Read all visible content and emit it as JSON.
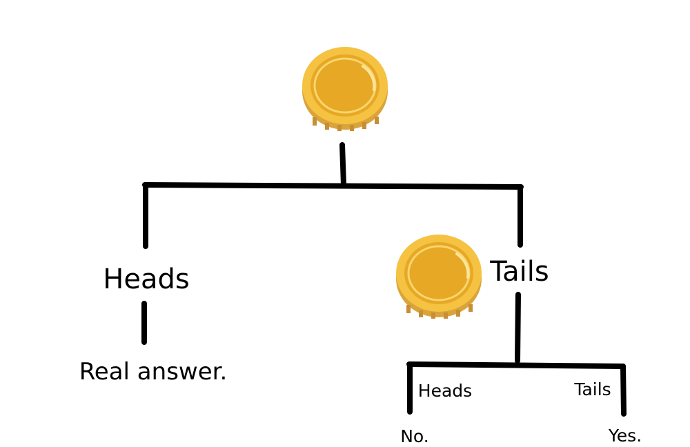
{
  "tree": {
    "left_branch": {
      "label": "Heads",
      "result": "Real answer."
    },
    "right_branch": {
      "label": "Tails",
      "left_leaf": {
        "label": "Heads",
        "result": "No."
      },
      "right_leaf": {
        "label": "Tails",
        "result": "Yes."
      }
    }
  },
  "colors": {
    "coin_face": "#F5C242",
    "coin_inner": "#E7A825",
    "coin_ring": "#F9D56E",
    "coin_edge": "#D9A43A",
    "coin_stripe": "#C78E35",
    "line": "#000000"
  },
  "icons": {
    "coin_top": "coin-icon",
    "coin_second": "coin-icon"
  }
}
